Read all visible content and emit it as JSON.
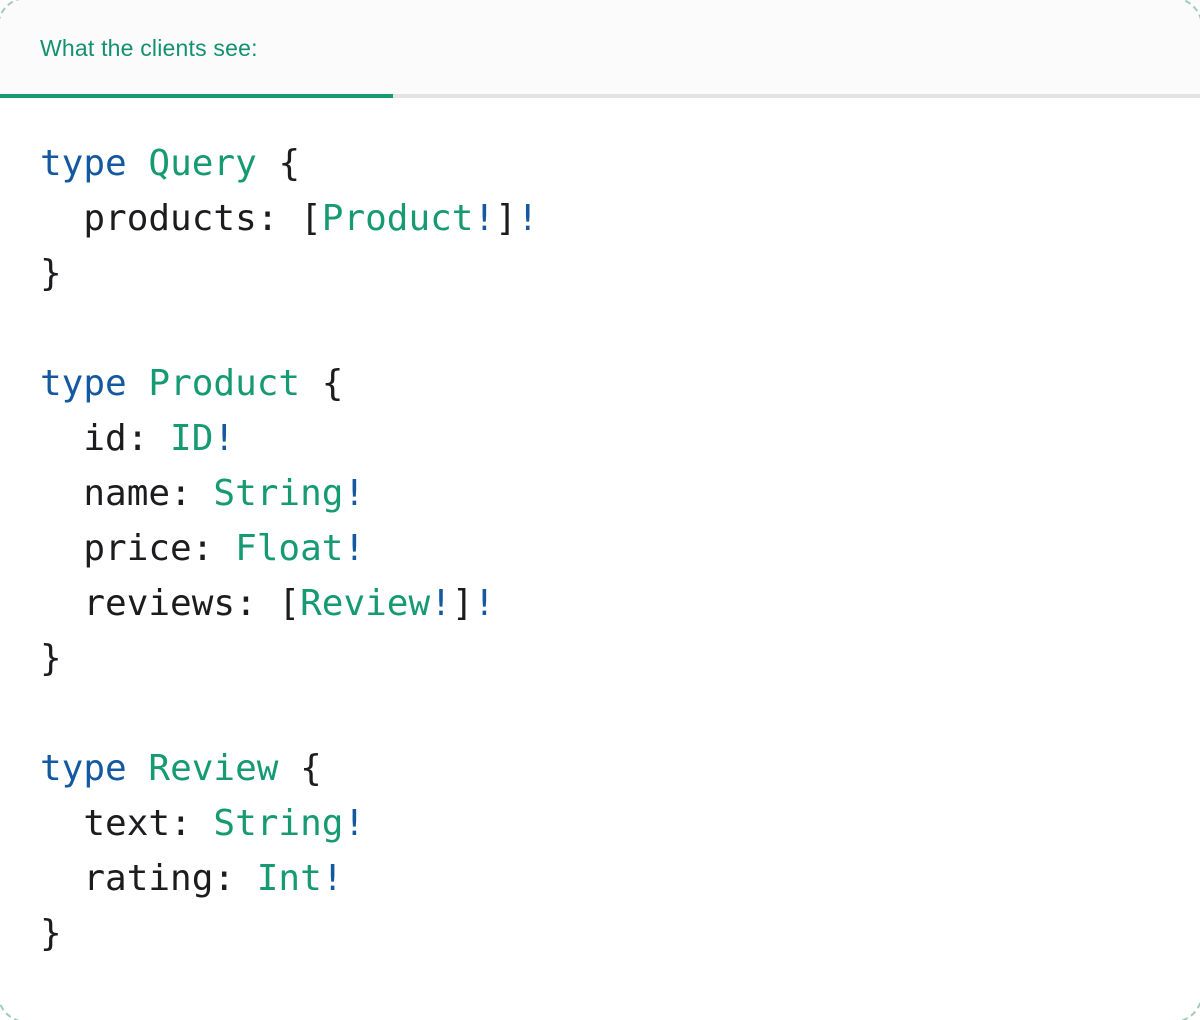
{
  "tab": {
    "label": "What the clients see:"
  },
  "palette": {
    "header_teal": "#13916f",
    "tab_underline_green": "#169a72",
    "divider_gray": "#e4e4e4",
    "header_background": "#fbfbfb",
    "card_background": "#ffffff",
    "card_border_green": "#a3ccb6",
    "code_keyword_blue": "#1459a0",
    "code_type_green": "#169a72",
    "code_text_dark": "#1c1c1e"
  },
  "code": {
    "lines": [
      {
        "tokens": [
          {
            "text": "type",
            "cls": "blue"
          },
          {
            "text": " ",
            "cls": "plain"
          },
          {
            "text": "Query",
            "cls": "green"
          },
          {
            "text": " {",
            "cls": "plain"
          }
        ]
      },
      {
        "tokens": [
          {
            "text": "  products: [",
            "cls": "plain"
          },
          {
            "text": "Product",
            "cls": "green"
          },
          {
            "text": "!",
            "cls": "blue"
          },
          {
            "text": "]",
            "cls": "plain"
          },
          {
            "text": "!",
            "cls": "blue"
          }
        ]
      },
      {
        "tokens": [
          {
            "text": "}",
            "cls": "plain"
          }
        ]
      },
      {
        "tokens": []
      },
      {
        "tokens": [
          {
            "text": "type",
            "cls": "blue"
          },
          {
            "text": " ",
            "cls": "plain"
          },
          {
            "text": "Product",
            "cls": "green"
          },
          {
            "text": " {",
            "cls": "plain"
          }
        ]
      },
      {
        "tokens": [
          {
            "text": "  id: ",
            "cls": "plain"
          },
          {
            "text": "ID",
            "cls": "green"
          },
          {
            "text": "!",
            "cls": "blue"
          }
        ]
      },
      {
        "tokens": [
          {
            "text": "  name: ",
            "cls": "plain"
          },
          {
            "text": "String",
            "cls": "green"
          },
          {
            "text": "!",
            "cls": "blue"
          }
        ]
      },
      {
        "tokens": [
          {
            "text": "  price: ",
            "cls": "plain"
          },
          {
            "text": "Float",
            "cls": "green"
          },
          {
            "text": "!",
            "cls": "blue"
          }
        ]
      },
      {
        "tokens": [
          {
            "text": "  reviews: [",
            "cls": "plain"
          },
          {
            "text": "Review",
            "cls": "green"
          },
          {
            "text": "!",
            "cls": "blue"
          },
          {
            "text": "]",
            "cls": "plain"
          },
          {
            "text": "!",
            "cls": "blue"
          }
        ]
      },
      {
        "tokens": [
          {
            "text": "}",
            "cls": "plain"
          }
        ]
      },
      {
        "tokens": []
      },
      {
        "tokens": [
          {
            "text": "type",
            "cls": "blue"
          },
          {
            "text": " ",
            "cls": "plain"
          },
          {
            "text": "Review",
            "cls": "green"
          },
          {
            "text": " {",
            "cls": "plain"
          }
        ]
      },
      {
        "tokens": [
          {
            "text": "  text: ",
            "cls": "plain"
          },
          {
            "text": "String",
            "cls": "green"
          },
          {
            "text": "!",
            "cls": "blue"
          }
        ]
      },
      {
        "tokens": [
          {
            "text": "  rating: ",
            "cls": "plain"
          },
          {
            "text": "Int",
            "cls": "green"
          },
          {
            "text": "!",
            "cls": "blue"
          }
        ]
      },
      {
        "tokens": [
          {
            "text": "}",
            "cls": "plain"
          }
        ]
      }
    ]
  }
}
